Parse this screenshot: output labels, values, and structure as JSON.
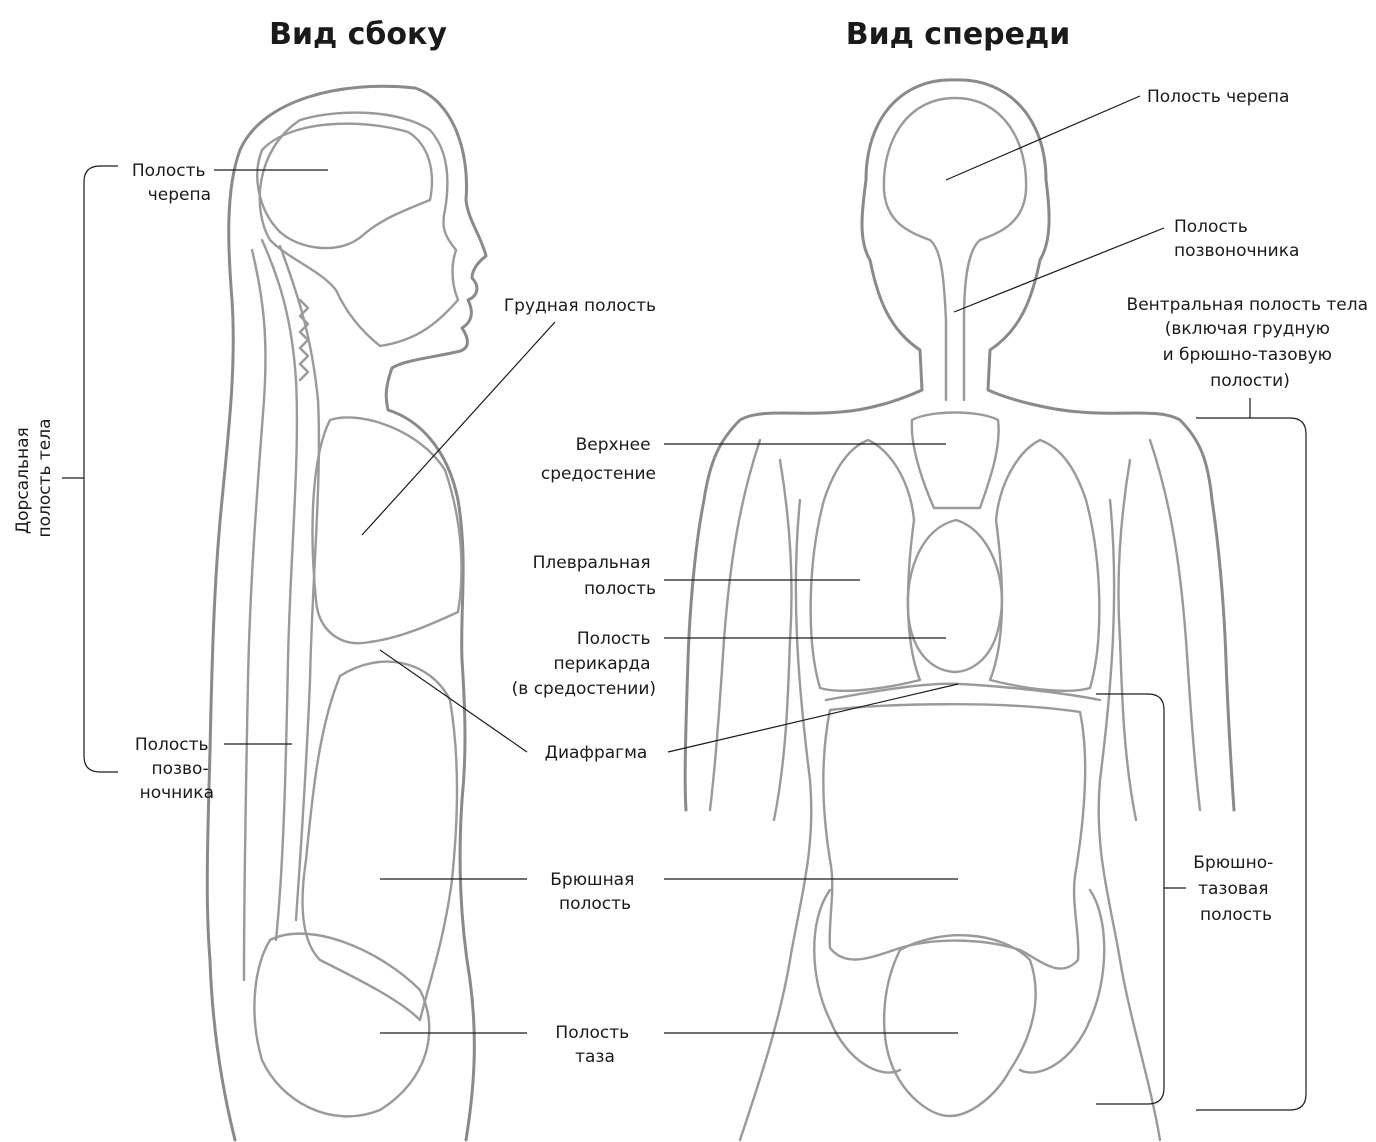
{
  "titles": {
    "side_view": "Вид сбоку",
    "front_view": "Вид спереди"
  },
  "side_labels": {
    "cranial": [
      "Полость",
      "черепа"
    ],
    "thoracic": [
      "Грудная полость"
    ],
    "dorsal": [
      "Дорсальная",
      "полость тела"
    ],
    "vertebral": [
      "Полость",
      "позво-",
      "ночника"
    ]
  },
  "center_labels": {
    "superior_mediastinum": [
      "Верхнее",
      "средостение"
    ],
    "pleural": [
      "Плевральная",
      "полость"
    ],
    "pericardial": [
      "Полость",
      "перикарда",
      "(в средостении)"
    ],
    "diaphragm": [
      "Диафрагма"
    ],
    "abdominal": [
      "Брюшная",
      "полость"
    ],
    "pelvic": [
      "Полость",
      "таза"
    ]
  },
  "front_labels": {
    "cranial": [
      "Полость черепа"
    ],
    "vertebral": [
      "Полость",
      "позвоночника"
    ],
    "ventral": [
      "Вентральная полость тела",
      "(включая грудную",
      "и брюшно-тазовую",
      "полости)"
    ],
    "abdominopelvic": [
      "Брюшно-",
      "тазовая",
      "полость"
    ]
  }
}
